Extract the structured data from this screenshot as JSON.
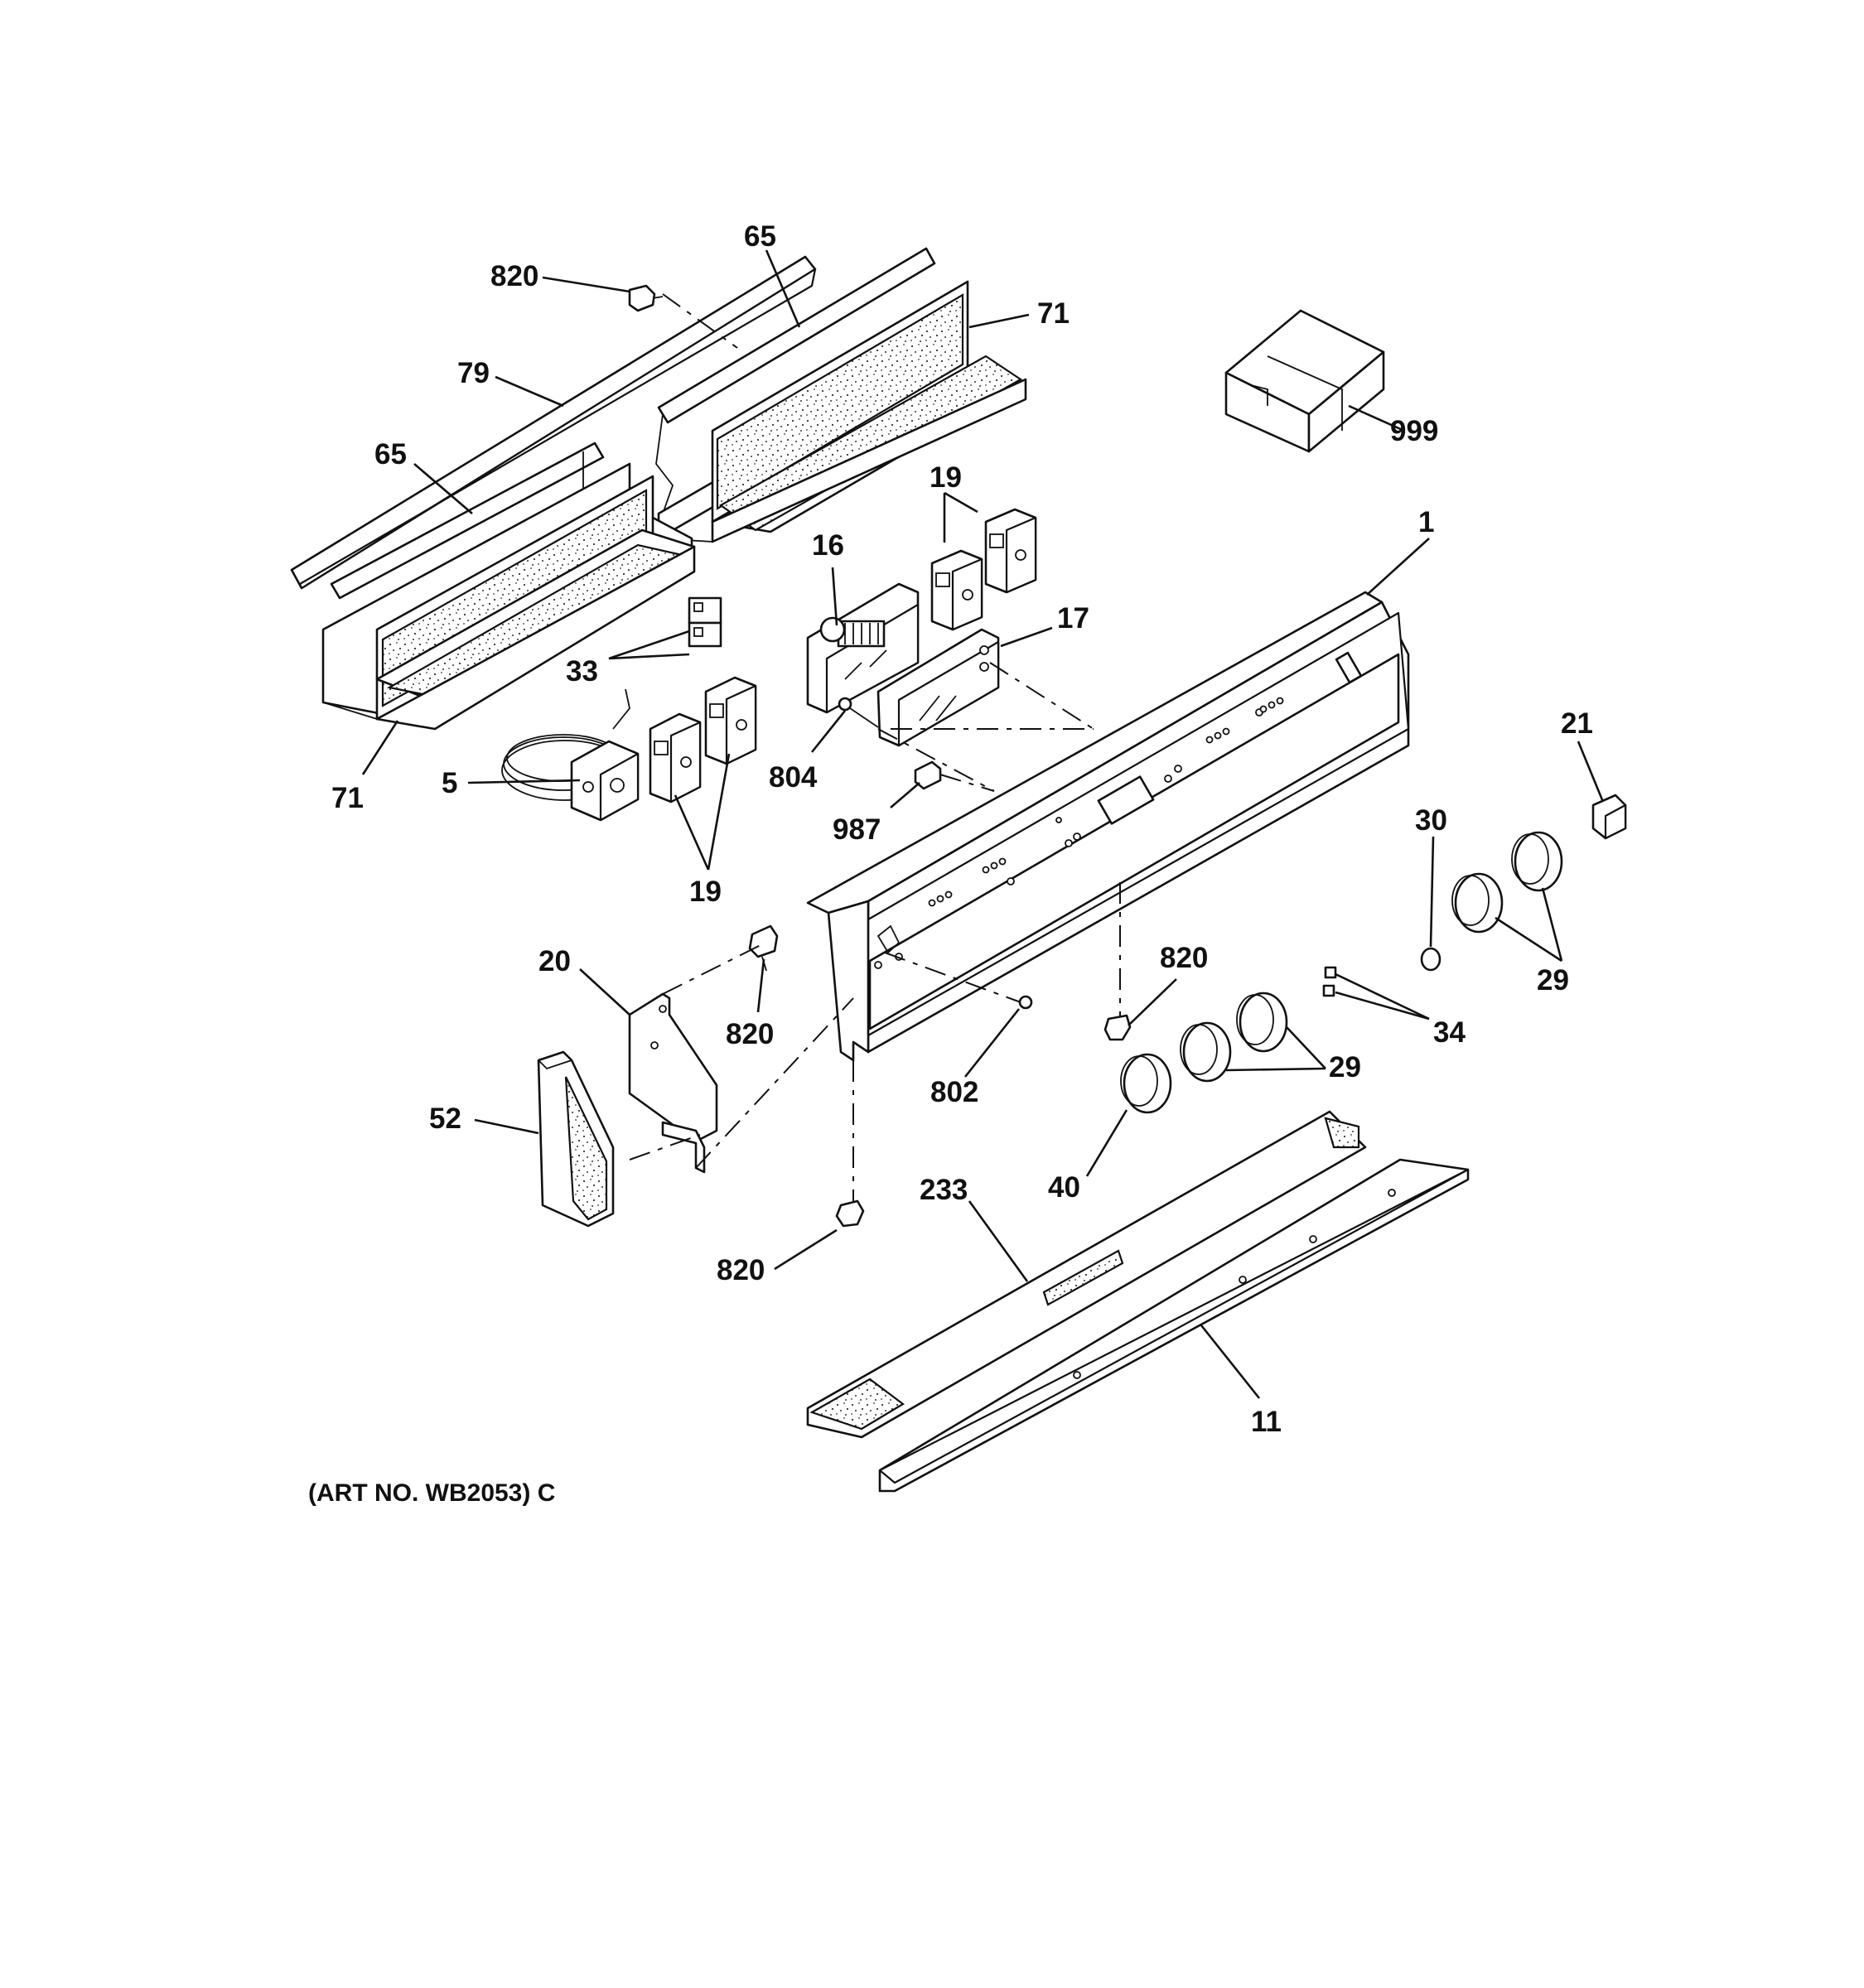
{
  "callouts": {
    "c820_top": "820",
    "c65_top": "65",
    "c71_top": "71",
    "c79": "79",
    "c65_left": "65",
    "c999": "999",
    "c19_top": "19",
    "c1": "1",
    "c16": "16",
    "c17": "17",
    "c33": "33",
    "c71_left": "71",
    "c5": "5",
    "c804": "804",
    "c987": "987",
    "c19_low": "19",
    "c21": "21",
    "c30": "30",
    "c29_right": "29",
    "c20": "20",
    "c820_mid": "820",
    "c820_panel": "820",
    "c34": "34",
    "c52": "52",
    "c802": "802",
    "c29_mid": "29",
    "c40": "40",
    "c233": "233",
    "c820_bottom": "820",
    "c11": "11"
  },
  "caption": "(ART NO. WB2053) C"
}
